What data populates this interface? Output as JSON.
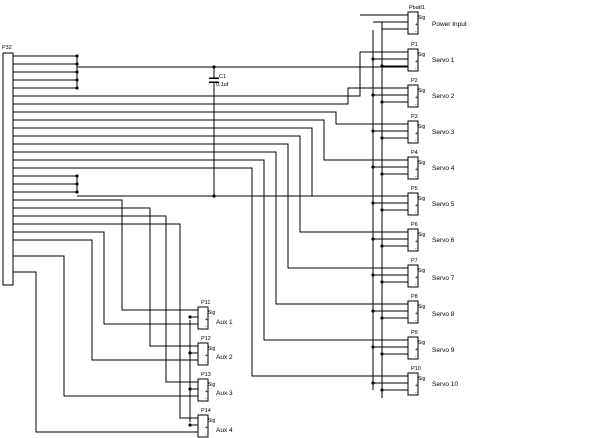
{
  "header_connector": {
    "designator": "P32"
  },
  "capacitor": {
    "designator": "C1",
    "value": "0.1uf"
  },
  "connectors": [
    {
      "designator": "Pbatt1",
      "label": "Power Input"
    },
    {
      "designator": "P1",
      "label": "Servo 1"
    },
    {
      "designator": "P2",
      "label": "Servo 2"
    },
    {
      "designator": "P3",
      "label": "Servo 3"
    },
    {
      "designator": "P4",
      "label": "Servo 4"
    },
    {
      "designator": "P5",
      "label": "Servo 5"
    },
    {
      "designator": "P6",
      "label": "Servo 6"
    },
    {
      "designator": "P7",
      "label": "Servo 7"
    },
    {
      "designator": "P8",
      "label": "Servo 8"
    },
    {
      "designator": "P9",
      "label": "Servo 9"
    },
    {
      "designator": "P10",
      "label": "Servo 10"
    },
    {
      "designator": "P11",
      "label": "Aux 1"
    },
    {
      "designator": "P12",
      "label": "Aux 2"
    },
    {
      "designator": "P13",
      "label": "Aux 3"
    },
    {
      "designator": "P14",
      "label": "Aux 4"
    }
  ],
  "pins": {
    "signal": "Sig",
    "plus": "+",
    "minus": "-"
  }
}
